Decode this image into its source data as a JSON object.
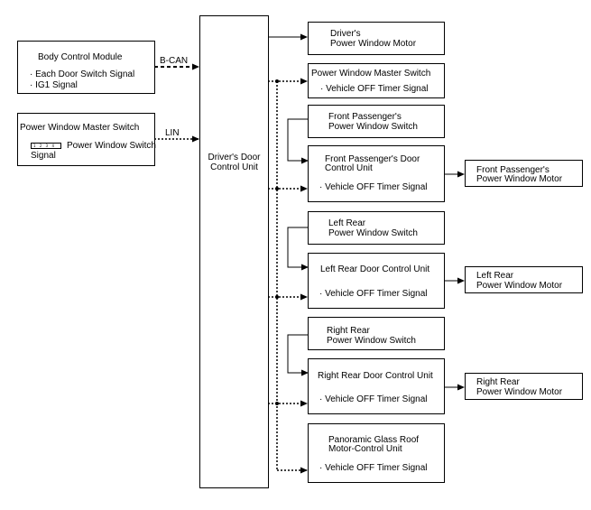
{
  "body_control_module": {
    "title": "Body Control Module",
    "signals": [
      "· Each Door Switch Signal",
      "· IG1 Signal"
    ]
  },
  "bus_bcan": "B-CAN",
  "pw_master_switch_left": {
    "title": "Power Window Master Switch",
    "signal_icon_text": "1 2 3 4",
    "signal_line1": "Power Window Switch",
    "signal_line2": "Signal"
  },
  "bus_lin": "LIN",
  "drivers_door_control_unit": {
    "line1": "Driver's Door",
    "line2": "Control Unit"
  },
  "drivers_power_window_motor": {
    "line1": "Driver's",
    "line2": "Power Window Motor"
  },
  "pw_master_switch_right": {
    "title": "Power Window Master Switch",
    "signal": "· Vehicle OFF Timer Signal"
  },
  "front_passenger_power_window_switch": {
    "line1": "Front Passenger's",
    "line2": "Power Window Switch"
  },
  "front_passenger_door_control_unit": {
    "line1": "Front Passenger's Door",
    "line2": "Control Unit",
    "signal": "· Vehicle OFF Timer Signal"
  },
  "front_passenger_power_window_motor": {
    "line1": "Front Passenger's",
    "line2": "Power Window Motor"
  },
  "left_rear_power_window_switch": {
    "line1": "Left Rear",
    "line2": "Power Window Switch"
  },
  "left_rear_door_control_unit": {
    "title": "Left Rear Door Control Unit",
    "signal": "· Vehicle OFF Timer Signal"
  },
  "left_rear_power_window_motor": {
    "line1": "Left Rear",
    "line2": "Power Window Motor"
  },
  "right_rear_power_window_switch": {
    "line1": "Right Rear",
    "line2": "Power Window Switch"
  },
  "right_rear_door_control_unit": {
    "title": "Right Rear Door Control Unit",
    "signal": "· Vehicle OFF Timer Signal"
  },
  "right_rear_power_window_motor": {
    "line1": "Right Rear",
    "line2": "Power Window Motor"
  },
  "panoramic_glass_roof_motor_control_unit": {
    "line1": "Panoramic Glass Roof",
    "line2": "Motor-Control Unit",
    "signal": "· Vehicle OFF Timer Signal"
  }
}
